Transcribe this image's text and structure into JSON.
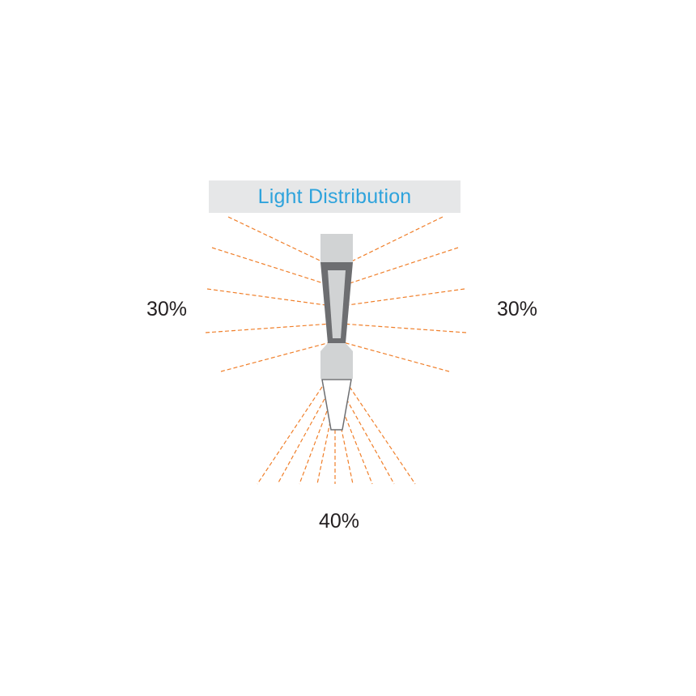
{
  "title": "Light Distribution",
  "distribution": {
    "left": {
      "label": "30%",
      "value": 30
    },
    "right": {
      "label": "30%",
      "value": 30
    },
    "bottom": {
      "label": "40%",
      "value": 40
    }
  },
  "colors": {
    "title_text": "#2ea3dc",
    "title_background": "#e6e7e8",
    "beam_lines": "#f07f2a",
    "fixture_light": "#d1d3d4",
    "fixture_dark": "#6d6e71",
    "label_text": "#231f20"
  }
}
